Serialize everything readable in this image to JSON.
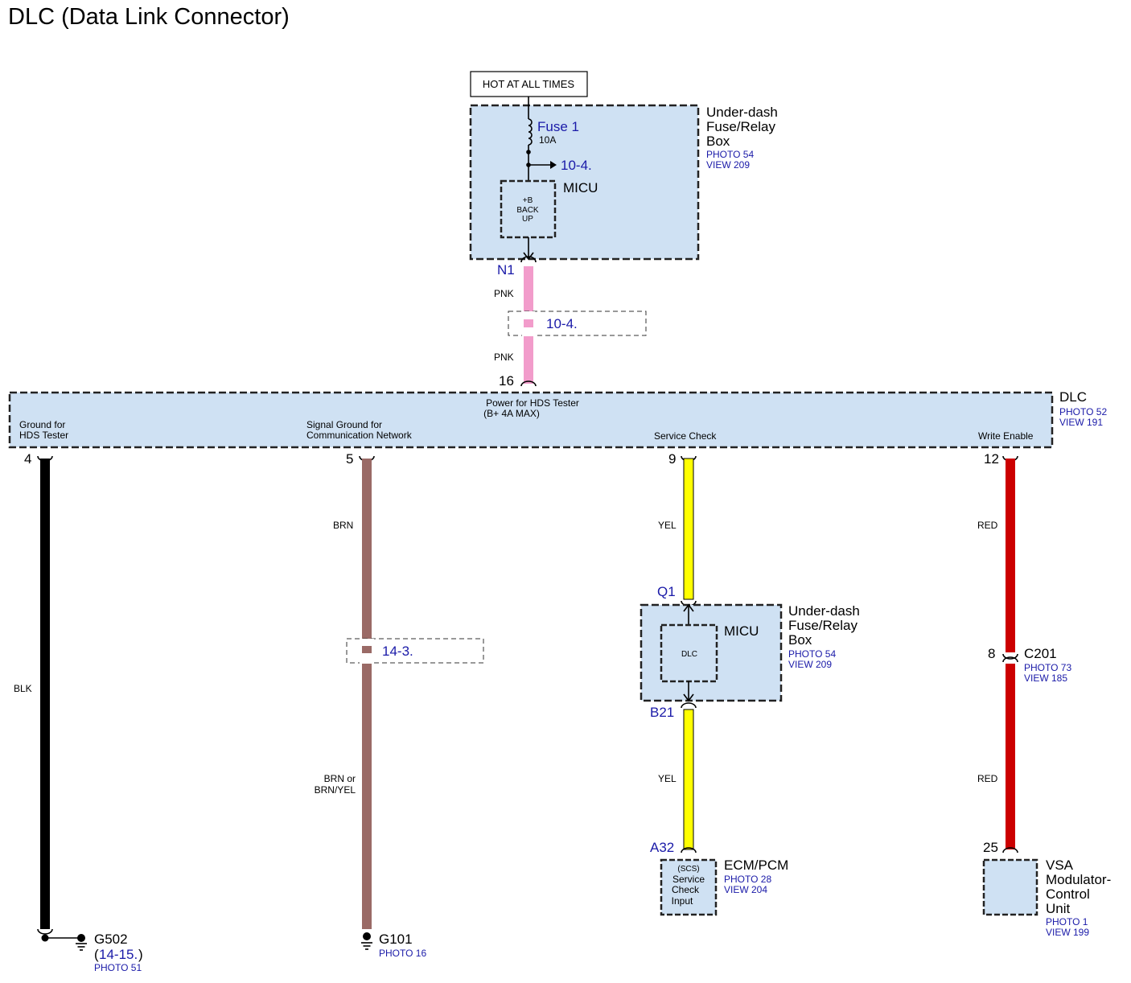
{
  "title": "DLC (Data Link Connector)",
  "power_label": "HOT AT ALL TIMES",
  "top_box": {
    "name_lines": [
      "Under-dash",
      "Fuse/Relay",
      "Box"
    ],
    "photo": "PHOTO 54",
    "view": "VIEW 209",
    "fuse_name": "Fuse 1",
    "fuse_rating": "10A",
    "branch_ref": "10-4.",
    "micu_label": "MICU",
    "backup_lines": [
      "+B",
      "BACK",
      "UP"
    ],
    "pin": "N1"
  },
  "pnk_wire": {
    "color_top": "PNK",
    "ref": "10-4.",
    "color_bottom": "PNK",
    "dlc_pin": "16"
  },
  "dlc": {
    "name": "DLC",
    "photo": "PHOTO 52",
    "view": "VIEW 191",
    "power_lines": [
      "Power for HDS Tester",
      "(B+ 4A MAX)"
    ],
    "ground_lines": [
      "Ground for",
      "HDS Tester"
    ],
    "signal_lines": [
      "Signal Ground for",
      "Communication Network"
    ],
    "service_check": "Service Check",
    "write_enable": "Write Enable"
  },
  "blk_wire": {
    "pin": "4",
    "color": "BLK",
    "ground": "G502",
    "ground_ref": "14-15.",
    "photo": "PHOTO 51"
  },
  "brn_wire": {
    "pin": "5",
    "color_top": "BRN",
    "ref": "14-3.",
    "color_bottom_lines": [
      "BRN or",
      "BRN/YEL"
    ],
    "ground": "G101",
    "photo": "PHOTO 16"
  },
  "yel_wire": {
    "pin": "9",
    "color_top": "YEL",
    "pin_q": "Q1",
    "box_name_lines": [
      "Under-dash",
      "Fuse/Relay",
      "Box"
    ],
    "box_photo": "PHOTO 54",
    "box_view": "VIEW 209",
    "micu_label": "MICU",
    "dlc_inner": "DLC",
    "pin_b": "B21",
    "color_bottom": "YEL",
    "pin_a": "A32",
    "ecm_name": "ECM/PCM",
    "ecm_photo": "PHOTO 28",
    "ecm_view": "VIEW 204",
    "scs_lines": [
      "(SCS)",
      "Service",
      "Check",
      "Input"
    ]
  },
  "red_wire": {
    "pin": "12",
    "color_top": "RED",
    "conn_pin": "8",
    "conn_name": "C201",
    "conn_photo": "PHOTO 73",
    "conn_view": "VIEW 185",
    "color_bottom": "RED",
    "pin_end": "25",
    "vsa_lines": [
      "VSA",
      "Modulator-",
      "Control",
      "Unit"
    ],
    "vsa_photo": "PHOTO 1",
    "vsa_view": "VIEW 199"
  },
  "colors": {
    "box_fill": "#cfe1f3",
    "pnk": "#f29ccb",
    "blk": "#000000",
    "brn": "#9a6a66",
    "yel": "#ffff00",
    "red": "#cc0000",
    "link_blue": "#1a1aa8"
  }
}
